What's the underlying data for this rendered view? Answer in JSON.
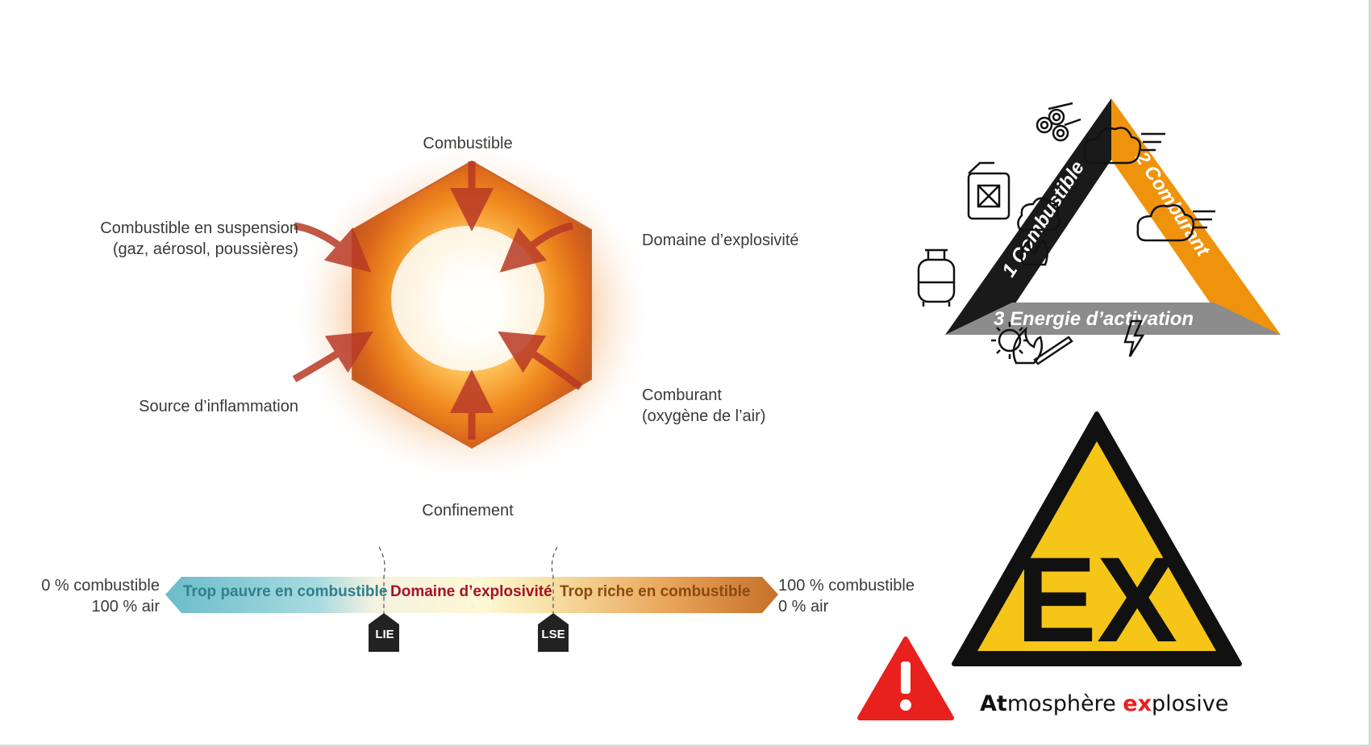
{
  "hexagon": {
    "labels": {
      "top": "Combustible",
      "upper_left_line1": "Combustible en suspension",
      "upper_left_line2": "(gaz, aérosol, poussières)",
      "upper_right": "Domaine d’explosivité",
      "lower_left": "Source d’inflammation",
      "lower_right_line1": "Comburant",
      "lower_right_line2": "(oxygène de l’air)",
      "bottom": "Confinement"
    }
  },
  "range_bar": {
    "left_line1": "0 % combustible",
    "left_line2": "100 % air",
    "right_line1": "100 % combustible",
    "right_line2": "0 % air",
    "segment_lean": "Trop pauvre en combustible",
    "segment_explosive": "Domaine d’explosivité",
    "segment_rich": "Trop riche en combustible",
    "marker_lower": "LIE",
    "marker_upper": "LSE",
    "colors": {
      "lean": "#5fb8c4",
      "explosive": "#a3122a",
      "rich": "#b85a12"
    }
  },
  "fire_triangle": {
    "side1": "1  Combustible",
    "side2": "2  Comburant",
    "side3": "3  Energie d’activation",
    "icons": [
      "logs-icon",
      "jerrycan-icon",
      "gas-bottle-icon",
      "cloud-wind-icon",
      "cloud-wind-icon",
      "smoke-fire-icon",
      "sun-icon",
      "match-flame-icon",
      "lightning-icon"
    ],
    "colors": {
      "side1": "#1a1a1a",
      "side2": "#f0930c",
      "side3": "#8c8c8c"
    }
  },
  "ex_sign": {
    "text": "EX",
    "colors": {
      "fill": "#f5c518",
      "border": "#111111"
    }
  },
  "warning": {
    "at_bold": "At",
    "at_rest": "mosphère ",
    "ex_bold": "ex",
    "ex_rest": "plosive",
    "colors": {
      "icon": "#e8201e",
      "highlight": "#e8201e"
    }
  }
}
